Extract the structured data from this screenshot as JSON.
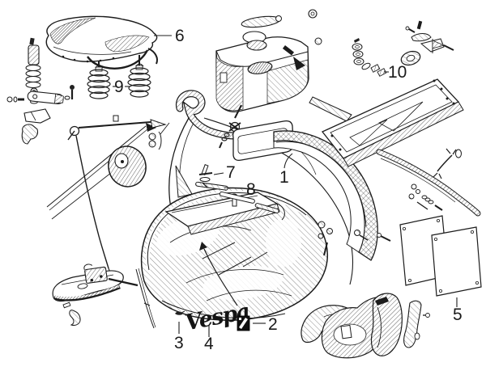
{
  "diagram": {
    "background": "#ffffff",
    "ink": "#1c1c1c",
    "logo": {
      "text": "Vespa"
    },
    "callouts": [
      {
        "part": "1",
        "label": "1"
      },
      {
        "part": "2",
        "label": "2"
      },
      {
        "part": "3",
        "label": "3"
      },
      {
        "part": "4",
        "label": "4"
      },
      {
        "part": "5",
        "label": "5"
      },
      {
        "part": "6",
        "label": "6"
      },
      {
        "part": "7",
        "label": "7"
      },
      {
        "part": "8",
        "label": "8"
      },
      {
        "part": "9",
        "label": "9"
      },
      {
        "part": "10",
        "label": "10"
      }
    ]
  }
}
